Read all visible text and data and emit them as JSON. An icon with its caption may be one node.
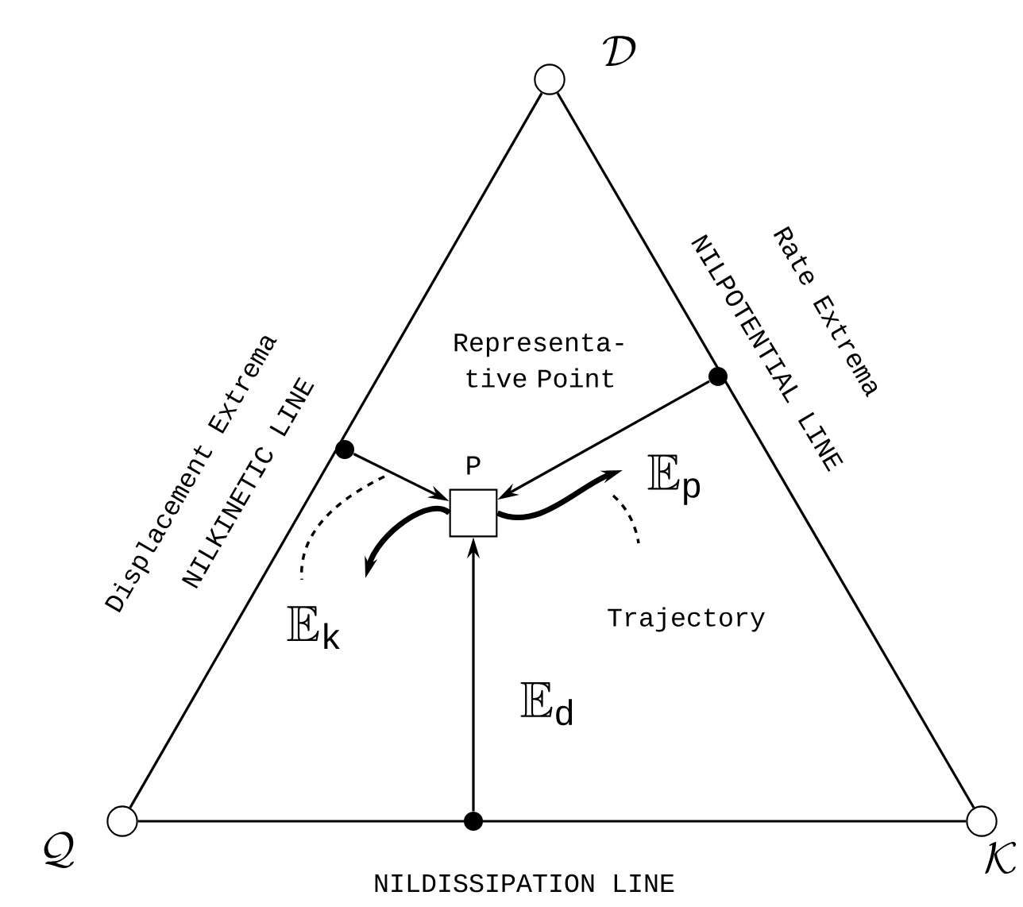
{
  "diagram": {
    "nodes": [
      {
        "text": [],
        "shape": "circle",
        "beside": [
          "\\mathcal{D}"
        ]
      },
      {
        "text": [],
        "shape": "circle",
        "beside": [
          "\\mathcal{Q}"
        ]
      },
      {
        "text": [],
        "shape": "circle",
        "beside": [
          "\\mathcal{K}"
        ]
      },
      {
        "text": [],
        "shape": "box",
        "beside": [
          "P"
        ]
      },
      {
        "text": [],
        "shape": "dot"
      },
      {
        "text": [],
        "shape": "dot"
      },
      {
        "text": [],
        "shape": "dot"
      }
    ],
    "edges": [
      {
        "from": 1,
        "to": 0,
        "arrow": "none"
      },
      {
        "from": 0,
        "to": 2,
        "arrow": "none"
      },
      {
        "from": 1,
        "to": 2,
        "arrow": "none"
      },
      {
        "from": 4,
        "to": 3,
        "arrow": "to"
      },
      {
        "from": 5,
        "to": 3,
        "arrow": "to"
      },
      {
        "from": 6,
        "to": 3,
        "arrow": "to",
        "label": "\\mathbb{E}_{\\mathrm{d}}"
      },
      {
        "from": 3,
        "to": null,
        "arrow": "to",
        "label": "\\mathbb{E}_{\\mathrm{k}}",
        "style": "thick"
      },
      {
        "from": 3,
        "to": null,
        "arrow": "to",
        "label": "\\mathbb{E}_{\\mathrm{p}}",
        "style": "thick"
      }
    ],
    "labels": [
      "Rate Extrema",
      "NILPOTENTIAL LINE",
      "Displacement Extrema",
      "NILKINETIC LINE",
      "Representa- tive Point",
      "Trajectory",
      "NILDISSIPATION LINE"
    ]
  }
}
